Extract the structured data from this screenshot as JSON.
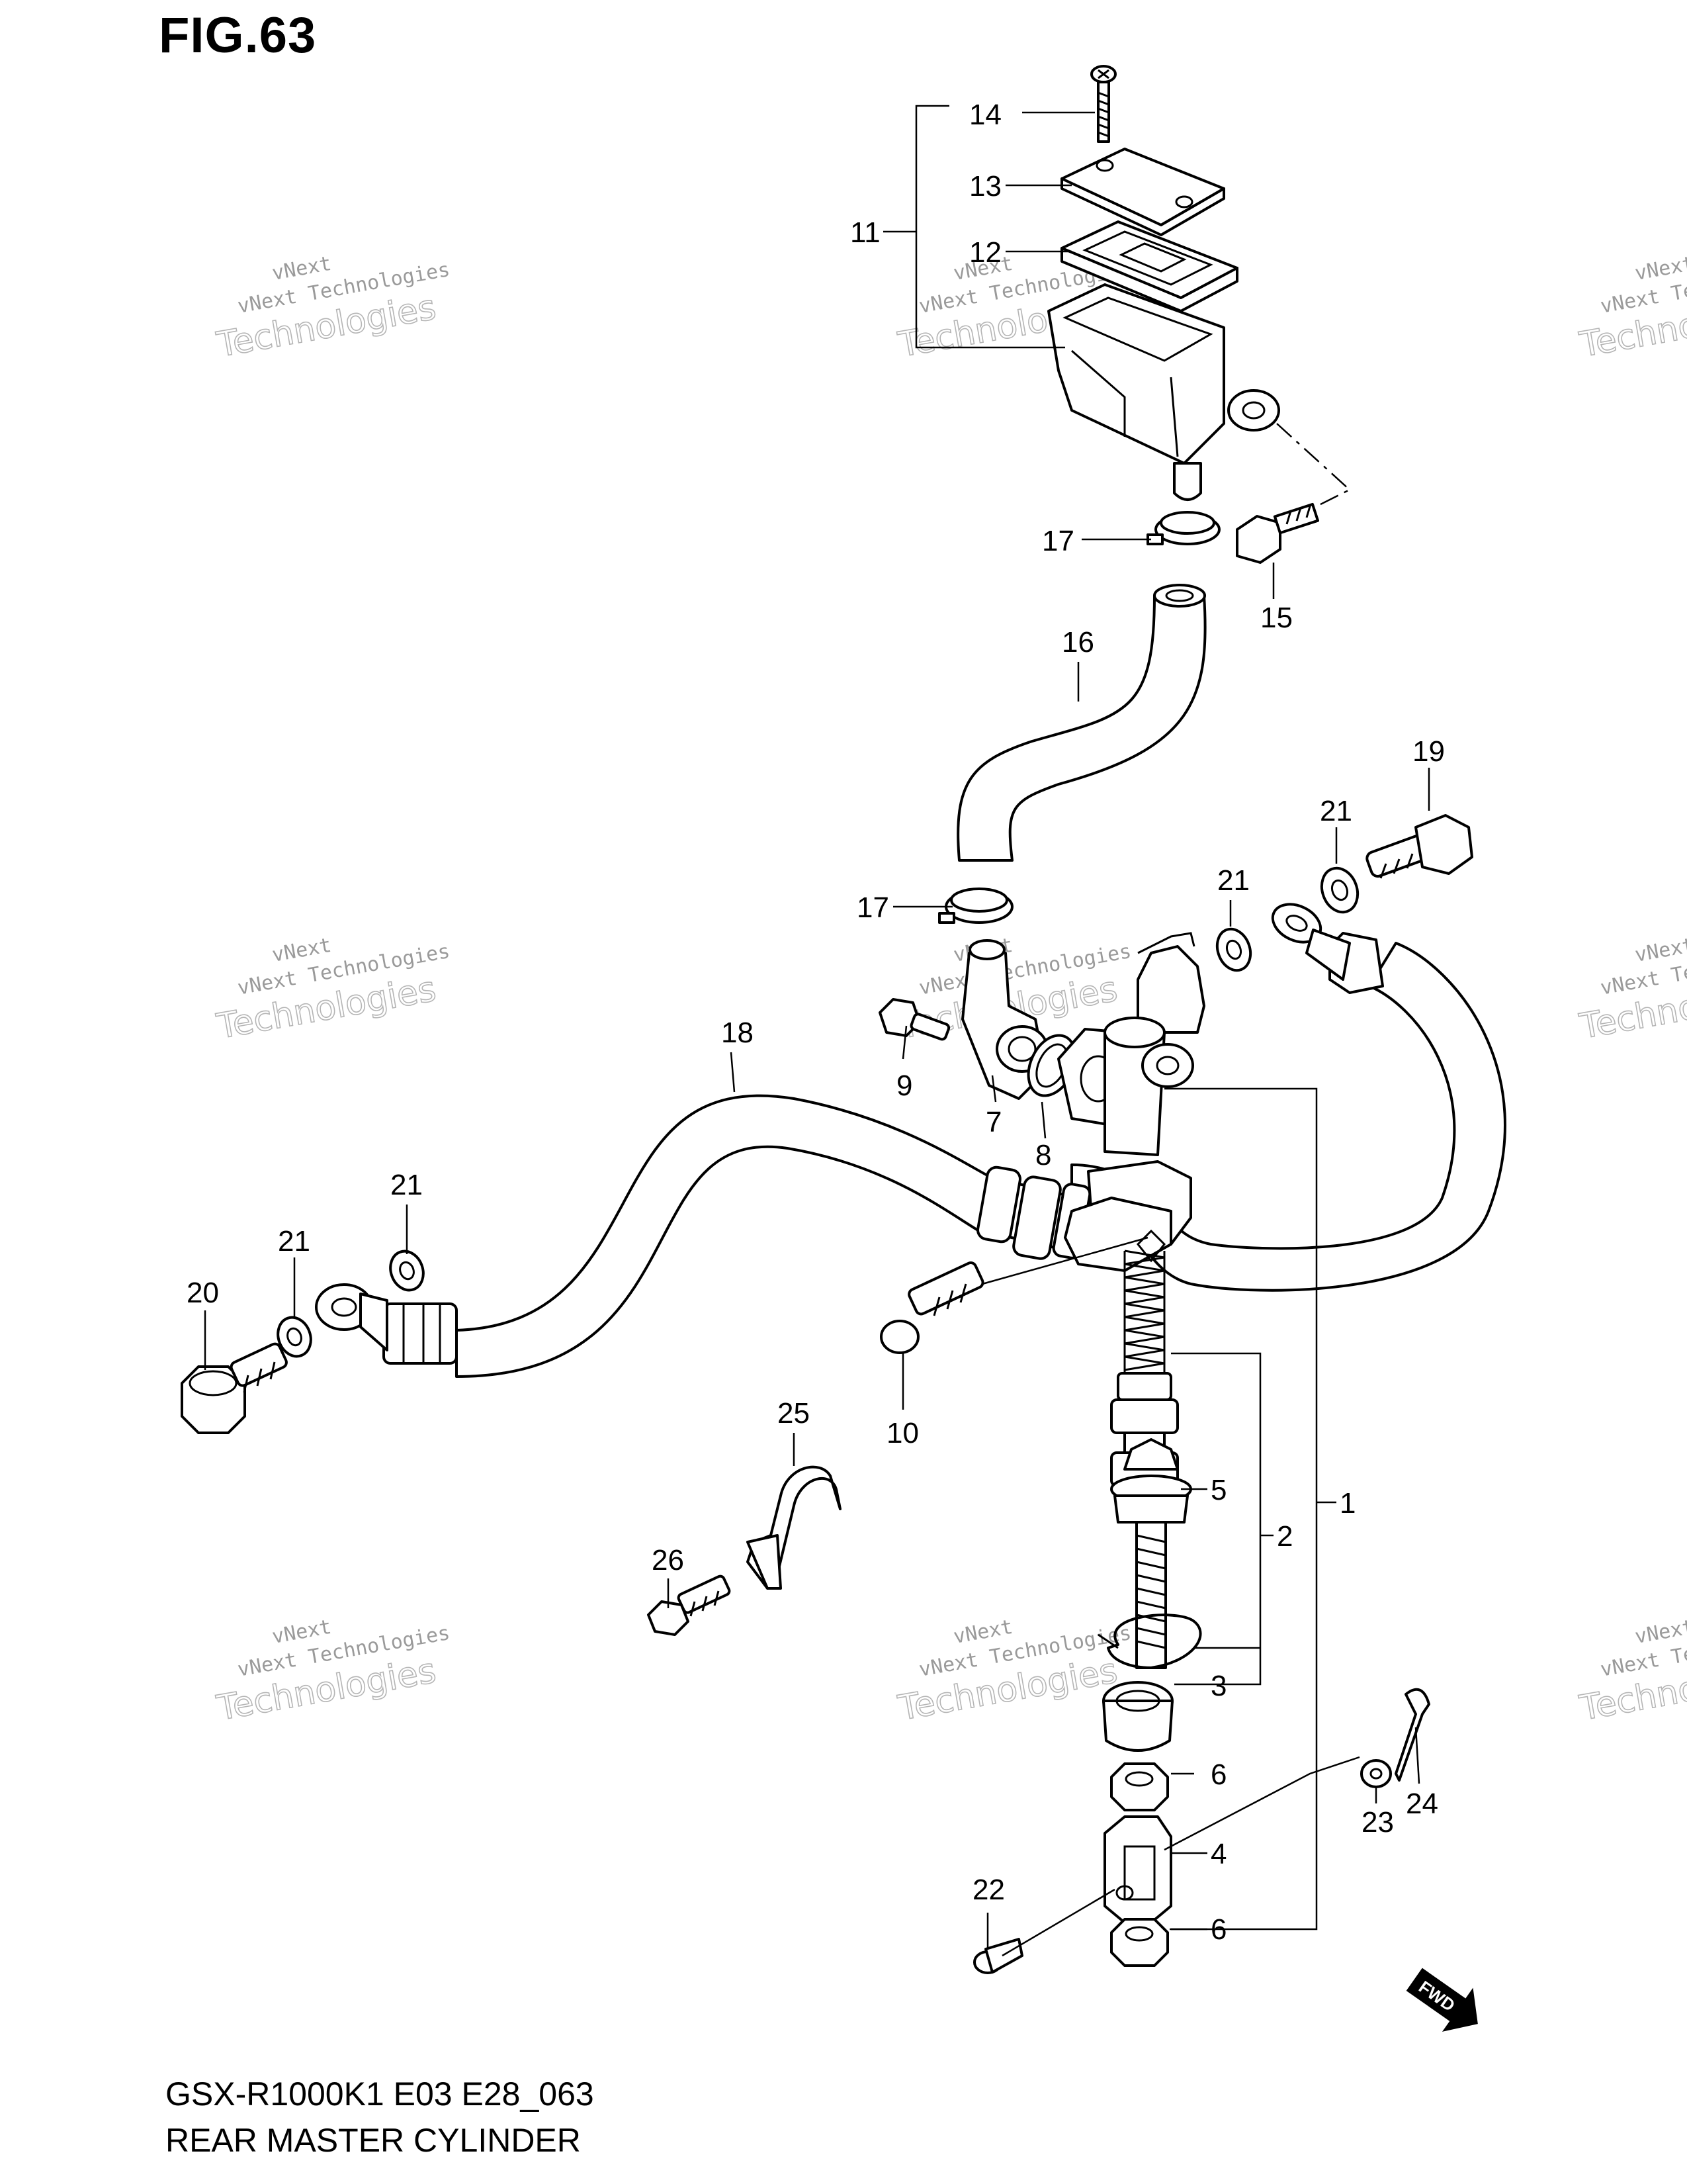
{
  "figure": {
    "title": "FIG.63",
    "model_code": "GSX-R1000K1 E03 E28_063",
    "caption": "REAR MASTER CYLINDER",
    "fwd_label": "FWD"
  },
  "watermark": {
    "line1": "vNext",
    "line2": "vNext Technologies",
    "line3": "Technologies"
  },
  "callouts": [
    {
      "id": "c14",
      "label": "14"
    },
    {
      "id": "c13",
      "label": "13"
    },
    {
      "id": "c12",
      "label": "12"
    },
    {
      "id": "c11",
      "label": "11"
    },
    {
      "id": "c17a",
      "label": "17"
    },
    {
      "id": "c15",
      "label": "15"
    },
    {
      "id": "c16",
      "label": "16"
    },
    {
      "id": "c19",
      "label": "19"
    },
    {
      "id": "c21a",
      "label": "21"
    },
    {
      "id": "c21b",
      "label": "21"
    },
    {
      "id": "c17b",
      "label": "17"
    },
    {
      "id": "c18",
      "label": "18"
    },
    {
      "id": "c9",
      "label": "9"
    },
    {
      "id": "c7",
      "label": "7"
    },
    {
      "id": "c8",
      "label": "8"
    },
    {
      "id": "c21c",
      "label": "21"
    },
    {
      "id": "c21d",
      "label": "21"
    },
    {
      "id": "c20",
      "label": "20"
    },
    {
      "id": "c10",
      "label": "10"
    },
    {
      "id": "c25",
      "label": "25"
    },
    {
      "id": "c5",
      "label": "5"
    },
    {
      "id": "c2",
      "label": "2"
    },
    {
      "id": "c1",
      "label": "1"
    },
    {
      "id": "c26",
      "label": "26"
    },
    {
      "id": "c3",
      "label": "3"
    },
    {
      "id": "c6a",
      "label": "6"
    },
    {
      "id": "c23",
      "label": "23"
    },
    {
      "id": "c24",
      "label": "24"
    },
    {
      "id": "c4",
      "label": "4"
    },
    {
      "id": "c22",
      "label": "22"
    },
    {
      "id": "c6b",
      "label": "6"
    }
  ]
}
